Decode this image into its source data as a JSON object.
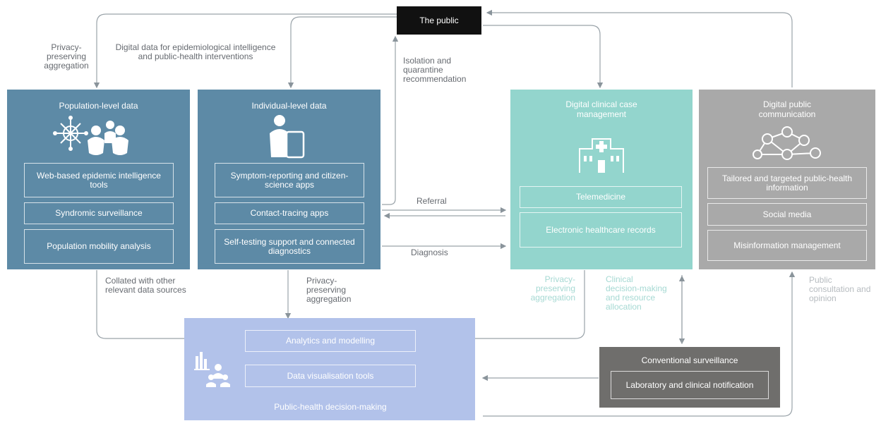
{
  "public": {
    "label": "The public"
  },
  "colors": {
    "population_panel": "#5d8aa6",
    "individual_panel": "#5d8aa6",
    "clinical_panel": "#93d5cd",
    "communication_panel": "#a9a9a9",
    "analytics_panel": "#b2c2ea",
    "conventional_panel": "#6f6e6c",
    "arrow": "#8a949b"
  },
  "population": {
    "title": "Population-level data",
    "icon": "network-people-icon",
    "items": [
      "Web-based epidemic intelligence tools",
      "Syndromic surveillance",
      "Population mobility analysis"
    ]
  },
  "individual": {
    "title": "Individual-level data",
    "icon": "person-tablet-icon",
    "items": [
      "Symptom-reporting and citizen-science apps",
      "Contact-tracing apps",
      "Self-testing support and connected diagnostics"
    ]
  },
  "clinical": {
    "title": "Digital clinical case management",
    "icon": "hospital-icon",
    "items": [
      "Telemedicine",
      "Electronic healthcare records"
    ]
  },
  "communication": {
    "title": "Digital public communication",
    "icon": "social-network-icon",
    "items": [
      "Tailored and targeted public-health information",
      "Social media",
      "Misinformation management"
    ]
  },
  "analytics": {
    "icon": "analytics-people-icon",
    "items": [
      "Analytics and modelling",
      "Data visualisation tools"
    ],
    "decision": "Public-health decision-making"
  },
  "conventional": {
    "title": "Conventional surveillance",
    "item": "Laboratory and clinical notification"
  },
  "labels": {
    "privacy_top": "Privacy-preserving aggregation",
    "digital_data": "Digital data for epidemiological intelligence and public-health interventions",
    "isolation": "Isolation and quarantine recommendation",
    "referral": "Referral",
    "diagnosis": "Diagnosis",
    "collated": "Collated with other relevant data sources",
    "privacy_bottom": "Privacy-preserving aggregation",
    "privacy_teal": "Privacy-preserving aggregation",
    "clinical_decision": "Clinical decision-making and resource allocation",
    "public_consultation": "Public consultation and opinion"
  }
}
